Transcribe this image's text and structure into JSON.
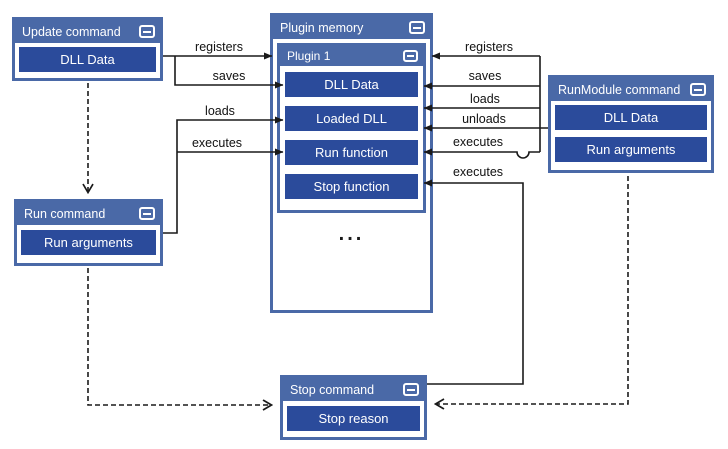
{
  "colors": {
    "node_blue": "#4a69a7",
    "field_blue": "#2b4b9b",
    "line_black": "#1a1a1a",
    "background": "#ffffff"
  },
  "boxes": {
    "update": {
      "title": "Update command",
      "items": [
        "DLL Data"
      ]
    },
    "plugin_memory": {
      "title": "Plugin memory",
      "ellipsis": "..."
    },
    "plugin1": {
      "title": "Plugin 1",
      "items": [
        "DLL Data",
        "Loaded DLL",
        "Run function",
        "Stop function"
      ]
    },
    "run_module": {
      "title": "RunModule command",
      "items": [
        "DLL Data",
        "Run arguments"
      ]
    },
    "run": {
      "title": "Run command",
      "items": [
        "Run arguments"
      ]
    },
    "stop": {
      "title": "Stop command",
      "items": [
        "Stop reason"
      ]
    }
  },
  "edge_labels": {
    "left_registers": "registers",
    "left_saves": "saves",
    "left_loads": "loads",
    "left_executes": "executes",
    "right_registers": "registers",
    "right_saves": "saves",
    "right_loads": "loads",
    "right_unloads": "unloads",
    "right_executes_run": "executes",
    "right_executes_stop": "executes"
  }
}
